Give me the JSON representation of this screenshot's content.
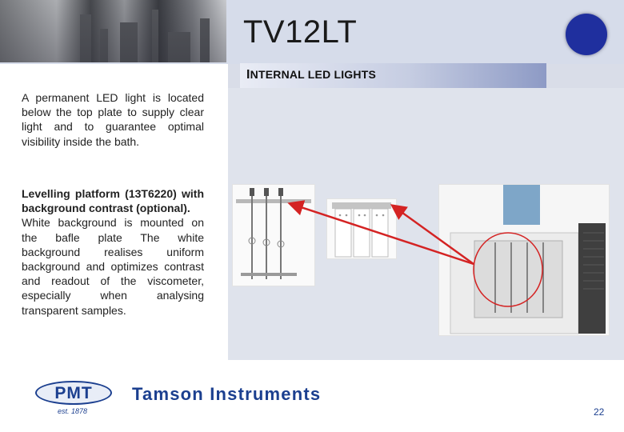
{
  "slide": {
    "title": "TV12LT",
    "subtitle": {
      "first_letter": "I",
      "rest": "NTERNAL LED LIGHTS"
    },
    "paragraph1": "A permanent LED light is located below the top plate to supply clear light and to guarantee optimal visibility inside the bath.",
    "paragraph2": {
      "heading": "Levelling platform (13T6220) with background contrast (optional).",
      "body": "White background is mounted on the bafle plate The white background realises uniform background and optimizes contrast and readout of the viscometer, especially when analysing transparent samples."
    },
    "page_number": "22"
  },
  "footer": {
    "logo_text": "PMT",
    "logo_subtext": "est. 1878",
    "company_name": "Tamson Instruments"
  },
  "colors": {
    "brand_blue": "#1b3f8f",
    "circle_blue": "#1f2f9e",
    "arrow_red": "#d42323"
  }
}
